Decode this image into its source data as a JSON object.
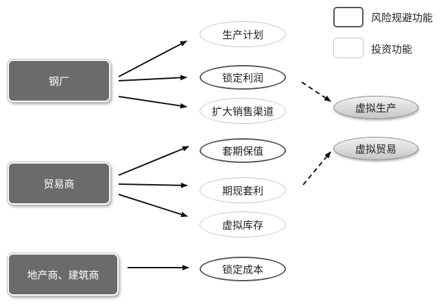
{
  "legend": {
    "hedge_label": "风险规避功能",
    "invest_label": "投资功能"
  },
  "participants": {
    "steel_mill": "钢厂",
    "trader": "贸易商",
    "real_estate": "地产商、建筑商"
  },
  "functions": {
    "production_plan": "生产计划",
    "lock_profit": "锁定利润",
    "expand_sales": "扩大销售渠道",
    "hedge_value": "套期保值",
    "futures_arbitrage": "期现套利",
    "virtual_inventory": "虚拟库存",
    "lock_cost": "锁定成本"
  },
  "virtual": {
    "virtual_production": "虚拟生产",
    "virtual_trade": "虚拟贸易"
  },
  "colors": {
    "box_fill": "#6b6b6b",
    "hedge_border": "#555555",
    "invest_border": "#c4c4c4",
    "arrow": "#111111"
  }
}
